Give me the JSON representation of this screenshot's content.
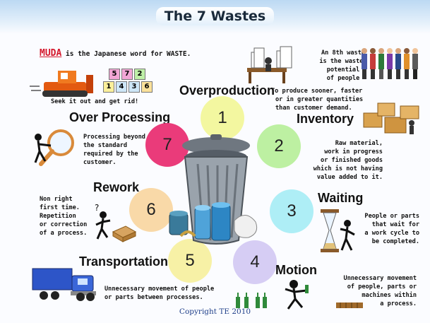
{
  "title": "The 7 Wastes",
  "intro": {
    "muda_word": "MUDA",
    "muda_rest": " is the Japanese word for WASTE.",
    "seek": "Seek it out and get rid!",
    "blocks_top": [
      "5",
      "7",
      "2"
    ],
    "blocks_bottom": [
      "1",
      "4",
      "3",
      "6"
    ]
  },
  "eighth_waste": [
    "An 8th waste",
    "is the wasted",
    "potential",
    "of people"
  ],
  "wastes": [
    {
      "number": "1",
      "name": "Overproduction",
      "desc": [
        "To produce sooner, faster",
        "or in greater quantities",
        "than customer demand."
      ],
      "color": "#f3f7a0"
    },
    {
      "number": "2",
      "name": "Inventory",
      "desc": [
        "Raw material,",
        "work in progress",
        "or finished goods",
        "which is not having",
        "value added to it."
      ],
      "color": "#bdf0a2"
    },
    {
      "number": "3",
      "name": "Waiting",
      "desc": [
        "People or parts",
        "that wait for",
        "a work cycle to",
        "be completed."
      ],
      "color": "#aeeef6"
    },
    {
      "number": "4",
      "name": "Motion",
      "desc": [
        "Unnecessary movement",
        "of people, parts or",
        "machines within",
        "a process."
      ],
      "color": "#d6cdf4"
    },
    {
      "number": "5",
      "name": "Transportation",
      "desc": [
        "Unnecessary movement of people",
        "or parts between processes."
      ],
      "color": "#f7f1a6"
    },
    {
      "number": "6",
      "name": "Rework",
      "desc": [
        "Non right",
        "first time.",
        "Repetition",
        "or correction",
        "of a process."
      ],
      "color": "#f9d9a8"
    },
    {
      "number": "7",
      "name": "Over Processing",
      "desc": [
        "Processing beyond",
        "the standard",
        "required by the",
        "customer."
      ],
      "color": "#ea3b7a"
    }
  ],
  "copyright": "Copyright TE 2010",
  "icons": [
    "bulldozer-icon",
    "paperwork-desk-icon",
    "people-group-icon",
    "boxes-icon",
    "hourglass-icon",
    "bottles-icon",
    "stick-figure-icon",
    "truck-icon",
    "trash-can-icon",
    "magnifier-icon"
  ]
}
